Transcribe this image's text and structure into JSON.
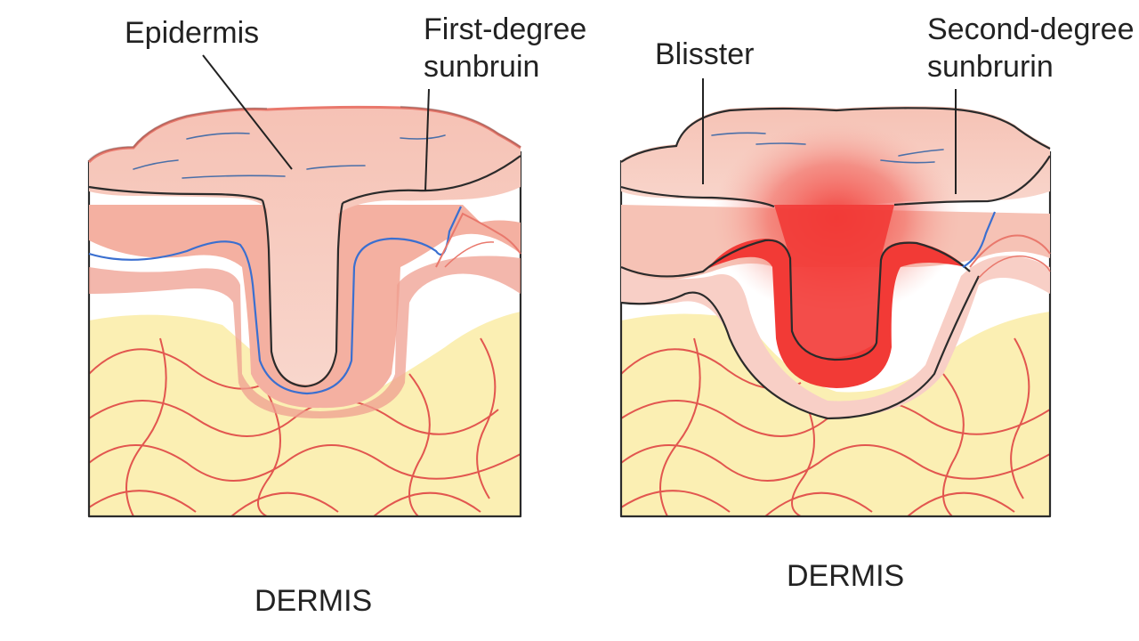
{
  "figures": [
    {
      "id": "first-degree",
      "labels": {
        "layer_label": "Epidermis",
        "condition_label_line1": "First-degree",
        "condition_label_line2": "sunbruin",
        "bottom_label": "DERMIS"
      }
    },
    {
      "id": "second-degree",
      "labels": {
        "layer_label": "Blisster",
        "condition_label_line1": "Second-degree",
        "condition_label_line2": "sunbrurin",
        "bottom_label": "DERMIS"
      }
    }
  ],
  "colors": {
    "skin_top": "#f7c9bd",
    "skin_mid": "#f5b7a8",
    "skin_edge": "#e9786c",
    "fat": "#fbefb3",
    "fat_line": "#e2564f",
    "vessel": "#3a6fd0",
    "blister_red": "#f23a36",
    "outline": "#2b2b2b"
  }
}
